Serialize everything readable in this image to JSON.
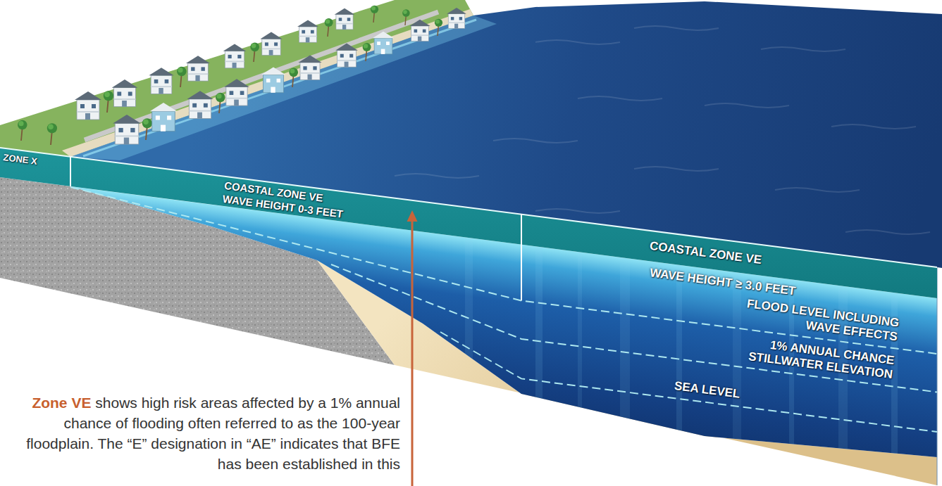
{
  "diagram": {
    "labels": [
      "ZONE X",
      "COASTAL ZONE VE",
      "WAVE HEIGHT 0-3 FEET",
      "COASTAL ZONE VE",
      "WAVE HEIGHT ≥ 3.0 FEET",
      "FLOOD LEVEL INCLUDING WAVE EFFECTS",
      "1% ANNUAL CHANCE STILLWATER ELEVATION",
      "SEA LEVEL",
      "Zone VE",
      "shows high risk areas affected by a 1% annual chance of flooding often referred to as the 100-year floodplain. The “E” designation in “AE” indicates that BFE has been established in this"
    ]
  }
}
